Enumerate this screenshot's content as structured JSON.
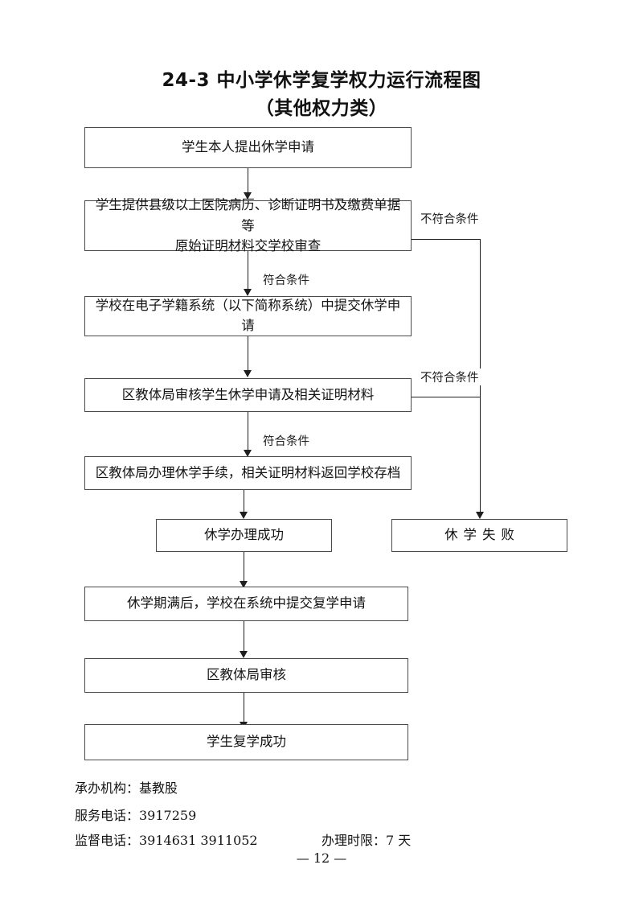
{
  "document": {
    "title_line1": "24-3  中小学休学复学权力运行流程图",
    "title_line2": "（其他权力类）",
    "page_number": "— 12 —"
  },
  "flow": {
    "nodes": [
      {
        "id": "apply",
        "label": "学生本人提出休学申请"
      },
      {
        "id": "submit-materials",
        "label_line1": "学生提供县级以上医院病历、诊断证明书及缴费单据等",
        "label_line2": "原始证明材料交学校审查"
      },
      {
        "id": "school-submit",
        "label": "学校在电子学籍系统（以下简称系统）中提交休学申请"
      },
      {
        "id": "bureau-review",
        "label": "区教体局审核学生休学申请及相关证明材料"
      },
      {
        "id": "bureau-process",
        "label": "区教体局办理休学手续，相关证明材料返回学校存档"
      },
      {
        "id": "leave-success",
        "label": "休学办理成功"
      },
      {
        "id": "leave-failed",
        "label": "休学失败"
      },
      {
        "id": "return-submit",
        "label": "休学期满后，学校在系统中提交复学申请"
      },
      {
        "id": "return-review",
        "label": "区教体局审核"
      },
      {
        "id": "return-success",
        "label": "学生复学成功"
      }
    ],
    "edge_labels": {
      "qualified_1": "符合条件",
      "qualified_2": "符合条件",
      "unqualified_1": "不符合条件",
      "unqualified_2": "不符合条件"
    }
  },
  "footer": {
    "line1": "承办机构：基教股",
    "line2": "服务电话：3917259",
    "line3": "监督电话：3914631   3911052",
    "deadline": "办理时限：7 天"
  },
  "colors": {
    "box_border": "#4a4a4a",
    "line": "#1f1f1f",
    "text": "#141414",
    "background": "#ffffff"
  }
}
